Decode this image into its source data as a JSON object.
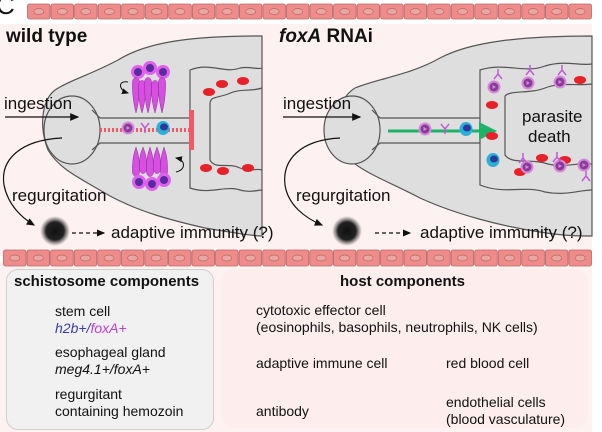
{
  "panel_letter": "C",
  "panels": {
    "wild_type": {
      "title": "wild type",
      "ingestion_label": "ingestion",
      "regurgitation_label": "regurgitation",
      "immunity_label": "adaptive immunity (?)"
    },
    "foxa_rnai": {
      "title_italic": "foxA",
      "title_rest": " RNAi",
      "ingestion_label": "ingestion",
      "regurgitation_label": "regurgitation",
      "immunity_label": "adaptive immunity (?)",
      "outcome_label_1": "parasite",
      "outcome_label_2": "death"
    }
  },
  "legend": {
    "schistosome": {
      "heading": "schistosome components",
      "items": [
        {
          "icon": "stem-cell-icon",
          "line1": "stem cell",
          "line2_part1": "h2b+/",
          "line2_part2": "foxA+"
        },
        {
          "icon": "esophageal-gland-icon",
          "line1": "esophageal gland",
          "line2": "meg4.1+/foxA+"
        },
        {
          "icon": "regurgitant-icon",
          "line1": "regurgitant",
          "line2": "containing hemozoin"
        }
      ]
    },
    "host": {
      "heading": "host components",
      "items": [
        {
          "icon": "cytotoxic-effector-cell-icon",
          "line1": "cytotoxic effector cell",
          "line2": "(eosinophils, basophils, neutrophils, NK cells)"
        },
        {
          "icon": "adaptive-immune-cell-icon",
          "line1": "adaptive immune cell"
        },
        {
          "icon": "red-blood-cell-icon",
          "line1": "red blood cell"
        },
        {
          "icon": "antibody-icon",
          "line1": "antibody"
        },
        {
          "icon": "endothelial-cell-icon",
          "line1": "endothelial cells",
          "line2": "(blood vasculature)"
        }
      ]
    }
  },
  "colors": {
    "background": "#fdf2f1",
    "worm_body": "#dedede",
    "worm_outline": "#555555",
    "endothelial_fill": "#f08b8b",
    "endothelial_nucleus": "#e8a7a0",
    "stem_cell_outer": "#e060ee",
    "stem_cell_inner": "#5a2aa0",
    "gland": "#d64fe0",
    "red_blood_cell": "#e8202a",
    "adaptive_cell_outer": "#2ab0d8",
    "adaptive_cell_inner": "#2a3a9a",
    "cytotoxic_outer": "#d48ad8",
    "cytotoxic_inner": "#8a3a9a",
    "antibody": "#c45ad8",
    "block_bar": "#ef5a66",
    "green_arrow": "#1fb36a"
  }
}
